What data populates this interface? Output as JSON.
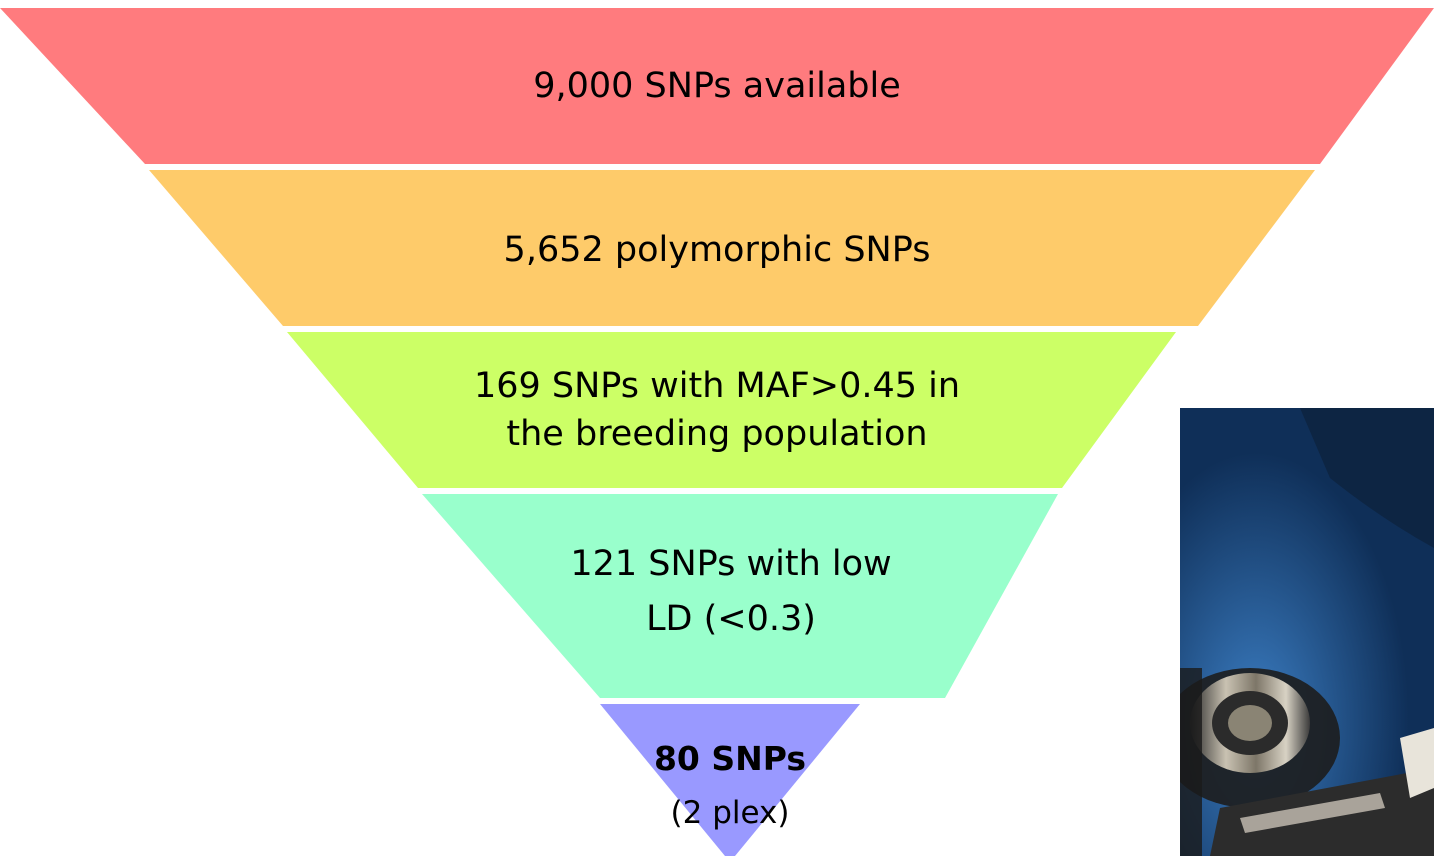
{
  "funnel": {
    "tiers": [
      {
        "lines": [
          "9,000 SNPs available"
        ],
        "color": "#ff7b7e"
      },
      {
        "lines": [
          "5,652 polymorphic SNPs"
        ],
        "color": "#fecb6a"
      },
      {
        "lines": [
          "169 SNPs with MAF>0.45 in",
          "the breeding population"
        ],
        "color": "#ccff66"
      },
      {
        "lines": [
          "121 SNPs with low",
          "LD (<0.3)"
        ],
        "color": "#99ffcc"
      },
      {
        "lines_bold": "80 SNPs",
        "sub": "(2 plex)",
        "color": "#9999ff"
      }
    ]
  },
  "photo": {
    "subject": "genotyping-instrument"
  }
}
